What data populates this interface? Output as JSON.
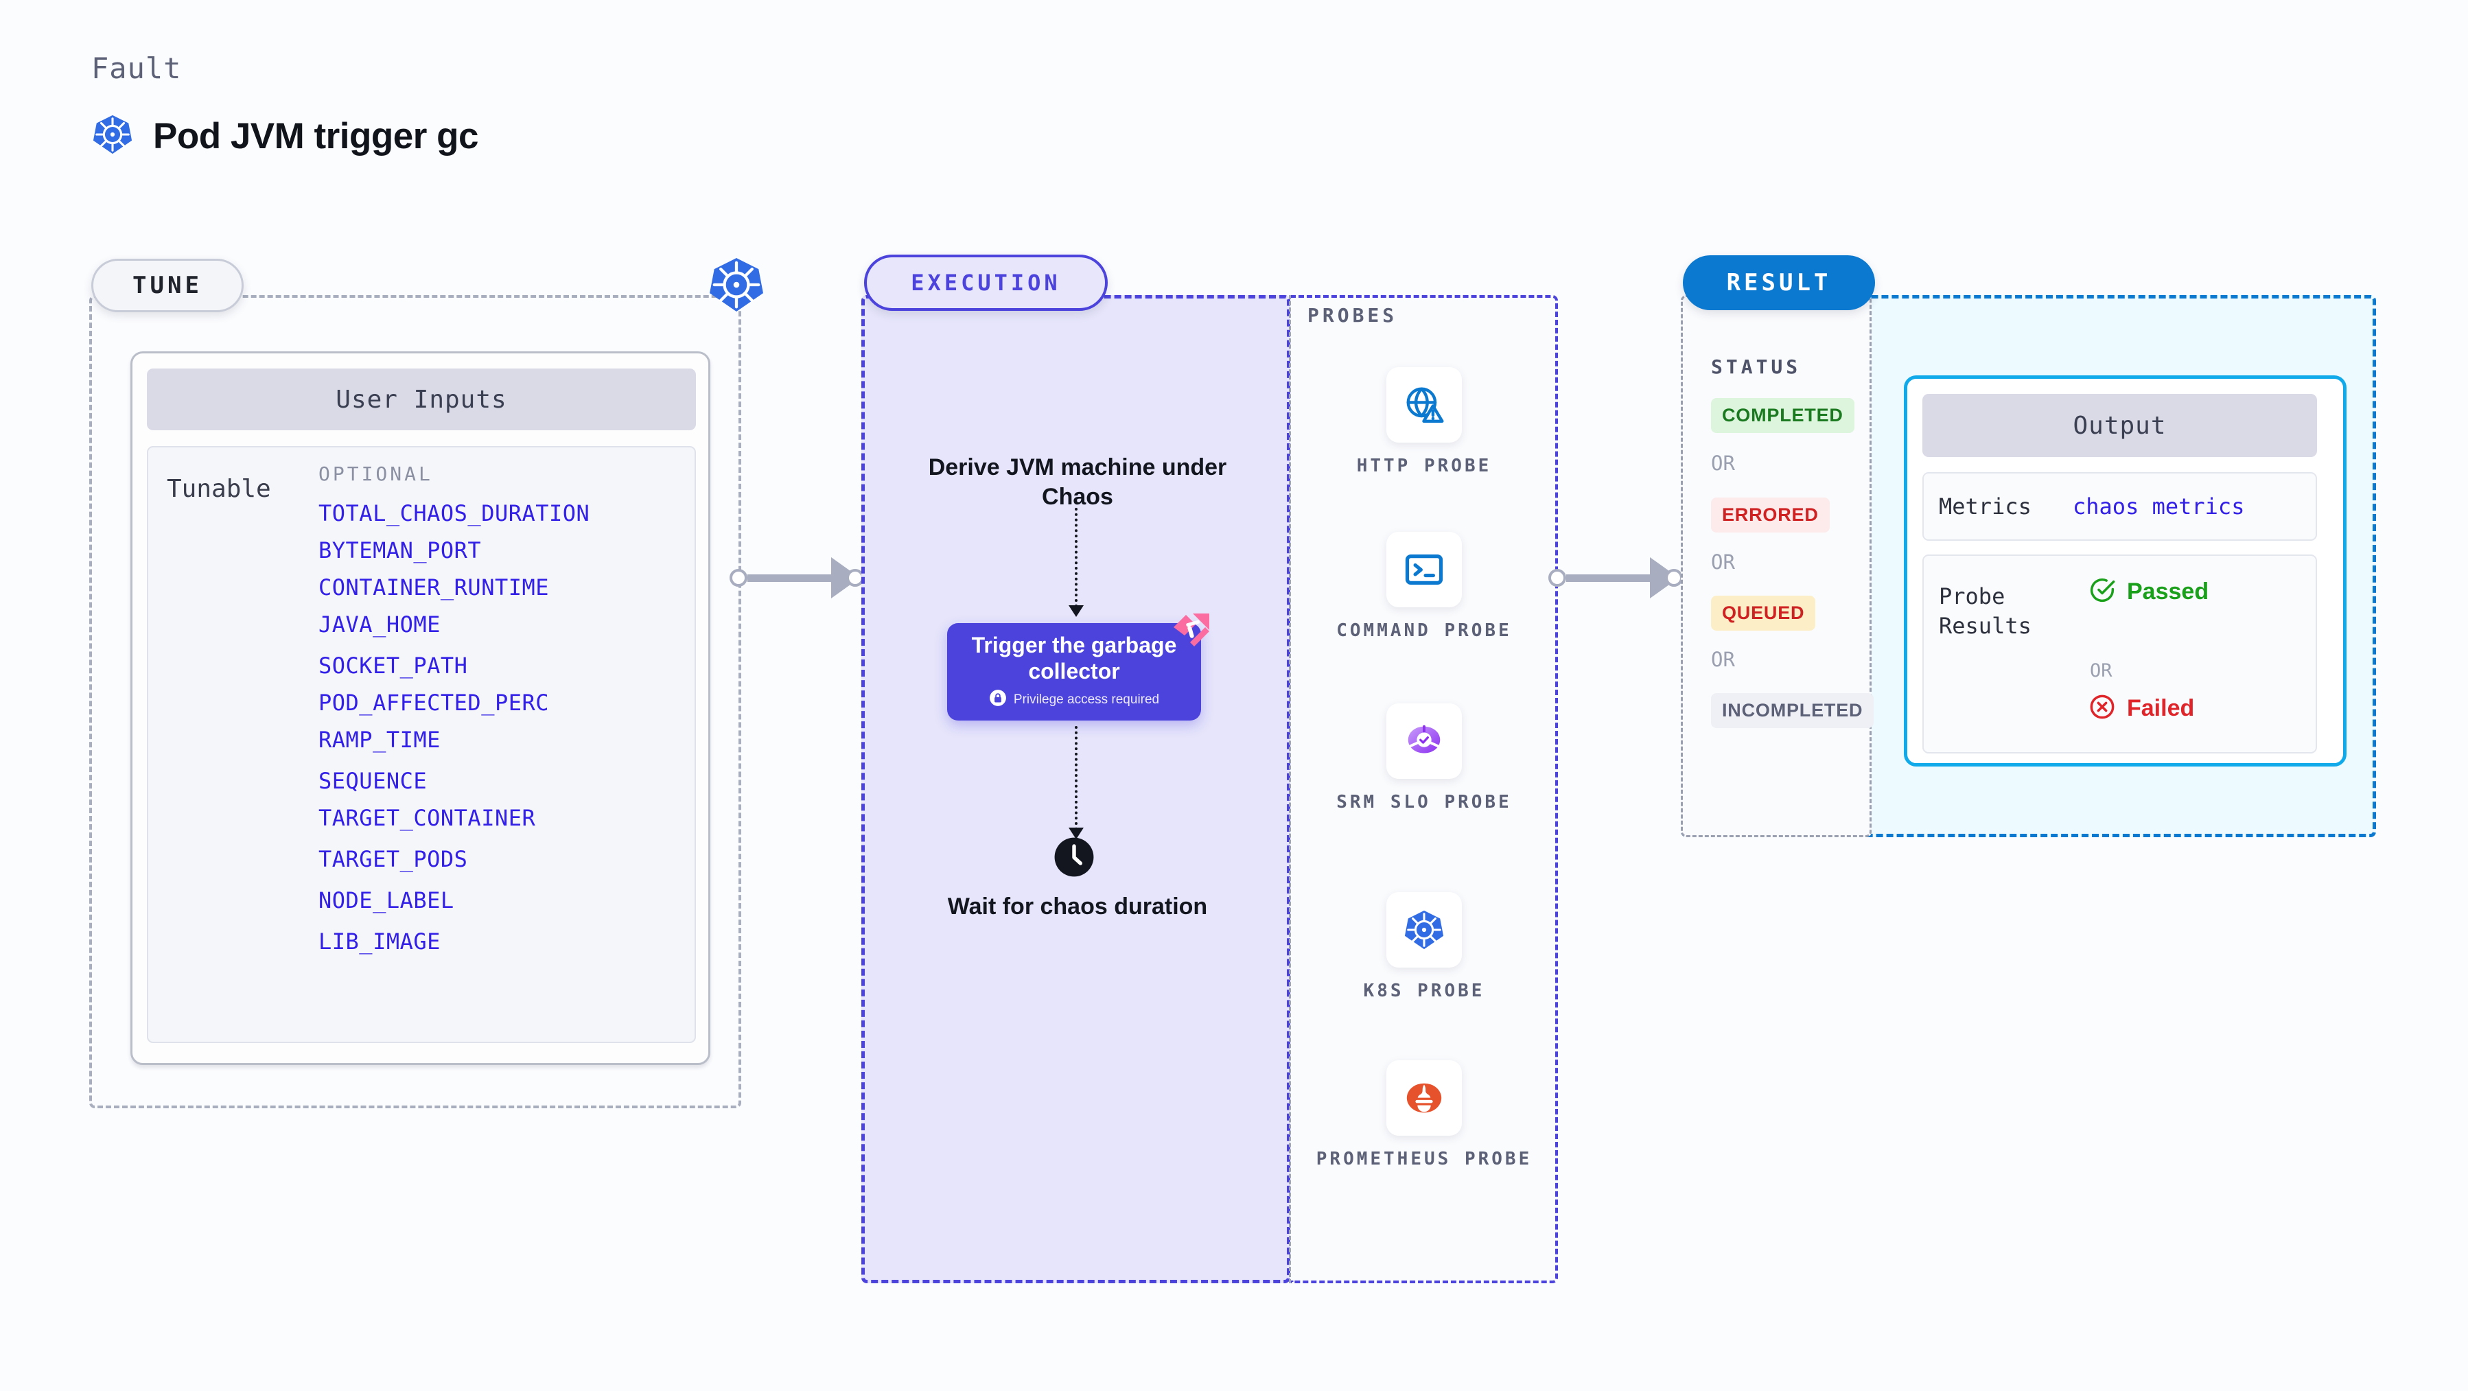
{
  "header": {
    "eyebrow": "Fault",
    "title": "Pod JVM trigger gc",
    "icon": "kubernetes-icon"
  },
  "tune": {
    "pill_label": "TUNE",
    "edge_icon": "kubernetes-icon",
    "card_header": "User Inputs",
    "tunable_label": "Tunable",
    "optional_label": "OPTIONAL",
    "params": [
      "TOTAL_CHAOS_DURATION",
      "BYTEMAN_PORT",
      "CONTAINER_RUNTIME",
      "JAVA_HOME",
      "SOCKET_PATH",
      "POD_AFFECTED_PERC",
      "RAMP_TIME",
      "SEQUENCE",
      "TARGET_CONTAINER",
      "TARGET_PODS",
      "NODE_LABEL",
      "LIB_IMAGE"
    ]
  },
  "execution": {
    "pill_label": "EXECUTION",
    "derive_text": "Derive JVM machine under Chaos",
    "action_card": {
      "title": "Trigger the garbage collector",
      "subtitle": "Privilege access required",
      "lock_icon": "lock-icon",
      "badge_icon": "harness-flag-icon"
    },
    "wait_icon": "clock-icon",
    "wait_text": "Wait for chaos duration"
  },
  "probes": {
    "title": "PROBES",
    "items": [
      {
        "label": "HTTP PROBE",
        "icon": "globe-warning-icon"
      },
      {
        "label": "COMMAND PROBE",
        "icon": "terminal-icon"
      },
      {
        "label": "SRM SLO PROBE",
        "icon": "srm-slo-icon"
      },
      {
        "label": "K8S PROBE",
        "icon": "kubernetes-icon"
      },
      {
        "label": "PROMETHEUS PROBE",
        "icon": "prometheus-icon"
      }
    ]
  },
  "result": {
    "pill_label": "RESULT",
    "status_title": "STATUS",
    "statuses": [
      {
        "label": "COMPLETED",
        "bg": "#dcf5dc",
        "fg": "#1b7a20"
      },
      {
        "label": "ERRORED",
        "bg": "#fdeaea",
        "fg": "#cf2121"
      },
      {
        "label": "QUEUED",
        "bg": "#fcefc7",
        "fg": "#cf2121"
      },
      {
        "label": "INCOMPLETED",
        "bg": "#eef0f5",
        "fg": "#5c6178"
      }
    ],
    "or_label": "OR",
    "output": {
      "header": "Output",
      "metrics_key": "Metrics",
      "metrics_value": "chaos metrics",
      "probe_results_key": "Probe Results",
      "passed_label": "Passed",
      "passed_icon": "check-circle-icon",
      "failed_label": "Failed",
      "failed_icon": "x-circle-icon",
      "or_label": "OR"
    }
  },
  "colors": {
    "accent_purple": "#4c43dd",
    "accent_blue": "#0b79d0",
    "accent_cyan": "#10aaeb",
    "param_blue": "#3320e8",
    "k8s_blue": "#326ce5",
    "prometheus_orange": "#e6522c",
    "flag_pink": "#fb6ca0",
    "pass_green": "#1aa01a",
    "fail_red": "#e0252a"
  }
}
